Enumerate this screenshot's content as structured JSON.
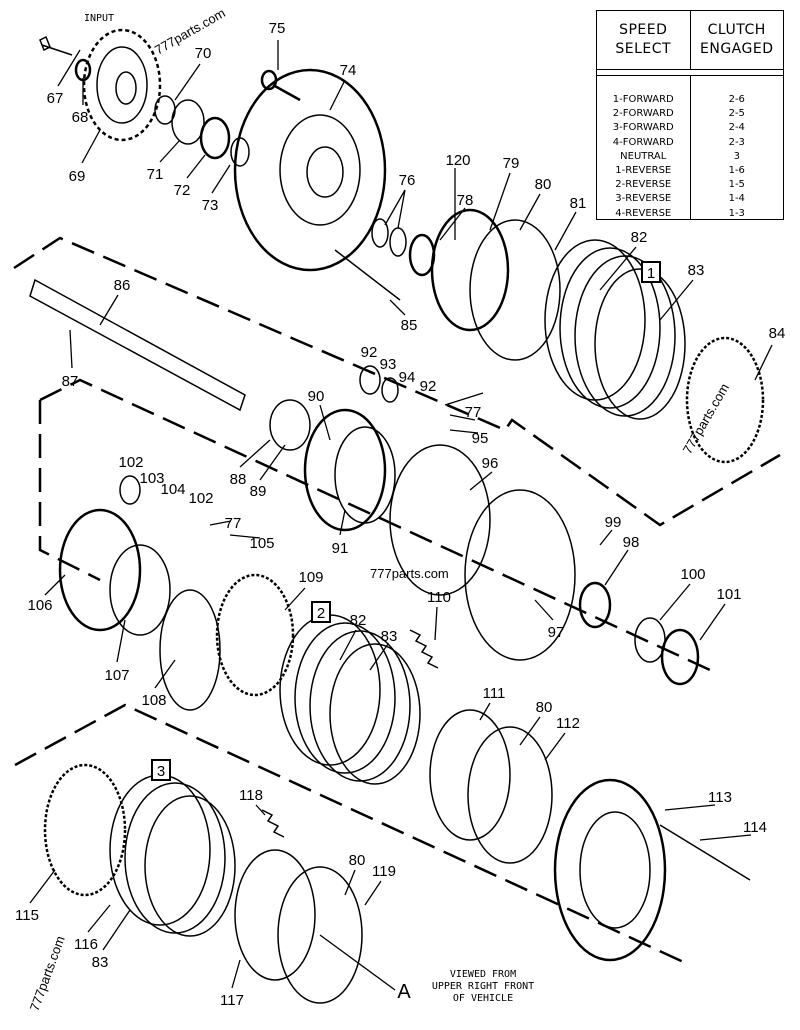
{
  "diagram": {
    "input_label": "INPUT",
    "view_note": [
      "VIEWED FROM",
      "UPPER RIGHT FRONT",
      "OF VEHICLE"
    ],
    "section_marker": "A",
    "watermark": "777parts.com",
    "clutch_boxes": [
      "1",
      "2",
      "3"
    ],
    "callouts": [
      "67",
      "68",
      "69",
      "70",
      "71",
      "72",
      "73",
      "74",
      "75",
      "76",
      "78",
      "79",
      "80",
      "81",
      "82",
      "83",
      "84",
      "85",
      "86",
      "87",
      "88",
      "89",
      "90",
      "91",
      "92",
      "93",
      "94",
      "92",
      "77",
      "95",
      "96",
      "97",
      "98",
      "99",
      "100",
      "101",
      "102",
      "103",
      "104",
      "102",
      "77",
      "105",
      "106",
      "107",
      "108",
      "109",
      "110",
      "82",
      "83",
      "111",
      "80",
      "112",
      "113",
      "114",
      "115",
      "116",
      "83",
      "117",
      "118",
      "80",
      "119",
      "120"
    ]
  },
  "table": {
    "headers": [
      "SPEED SELECT",
      "CLUTCH ENGAGED"
    ],
    "rows": [
      {
        "speed": "1-FORWARD",
        "clutch": "2-6"
      },
      {
        "speed": "2-FORWARD",
        "clutch": "2-5"
      },
      {
        "speed": "3-FORWARD",
        "clutch": "2-4"
      },
      {
        "speed": "4-FORWARD",
        "clutch": "2-3"
      },
      {
        "speed": "NEUTRAL",
        "clutch": "3"
      },
      {
        "speed": "1-REVERSE",
        "clutch": "1-6"
      },
      {
        "speed": "2-REVERSE",
        "clutch": "1-5"
      },
      {
        "speed": "3-REVERSE",
        "clutch": "1-4"
      },
      {
        "speed": "4-REVERSE",
        "clutch": "1-3"
      }
    ]
  }
}
